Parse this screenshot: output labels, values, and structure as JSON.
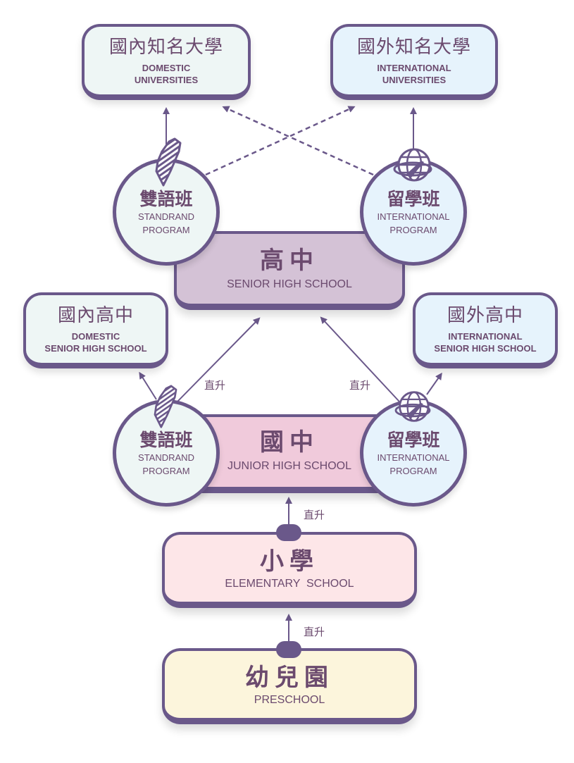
{
  "colors": {
    "stroke": "#6a588a",
    "text": "#6b4a6e",
    "domestic_fill": "#eef6f5",
    "international_fill": "#e6f3fc",
    "senior_fill": "#d4c2d6",
    "junior_fill": "#f0cadb",
    "elementary_fill": "#fde6e8",
    "preschool_fill": "#fcf5dc"
  },
  "destinations": {
    "domestic_univ": {
      "zh": "國內知名大學",
      "en1": "DOMESTIC",
      "en2": "UNIVERSITIES"
    },
    "international_univ": {
      "zh": "國外知名大學",
      "en1": "INTERNATIONAL",
      "en2": "UNIVERSITIES"
    },
    "domestic_high": {
      "zh": "國內高中",
      "en1": "DOMESTIC",
      "en2": "SENIOR HIGH SCHOOL"
    },
    "international_high": {
      "zh": "國外高中",
      "en1": "INTERNATIONAL",
      "en2": "SENIOR HIGH SCHOOL"
    }
  },
  "tiers": {
    "senior": {
      "zh": "高中",
      "en": "SENIOR HIGH SCHOOL"
    },
    "junior": {
      "zh": "國中",
      "en": "JUNIOR HIGH SCHOOL"
    },
    "elementary": {
      "zh": "小學",
      "en": "ELEMENTARY  SCHOOL"
    },
    "preschool": {
      "zh": "幼兒園",
      "en": "PRESCHOOL"
    }
  },
  "programs": {
    "standard": {
      "zh": "雙語班",
      "en1": "STANDRAND",
      "en2": "PROGRAM",
      "icon": "taiwan-map-icon"
    },
    "international": {
      "zh": "留學班",
      "en1": "INTERNATIONAL",
      "en2": "PROGRAM",
      "icon": "globe-plane-icon"
    }
  },
  "connectors": {
    "direct_promotion": "直升"
  }
}
